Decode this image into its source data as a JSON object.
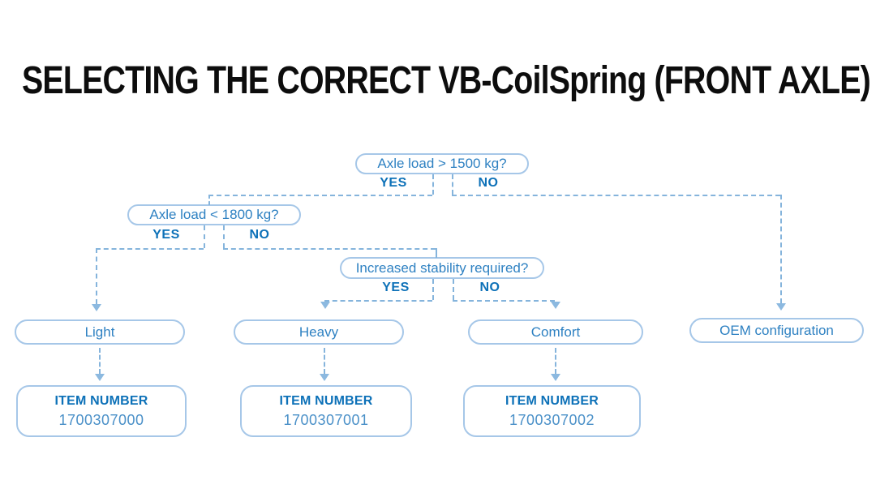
{
  "title": "SELECTING THE CORRECT VB-CoilSpring (FRONT AXLE)",
  "colors": {
    "title_text": "#0d0d0d",
    "label_dark_blue": "#0d71b8",
    "box_text_blue": "#2e81c2",
    "item_number_blue": "#4a90c8",
    "box_border_blue": "#a6c7e8",
    "connector_blue": "#85b4dc",
    "background": "#ffffff"
  },
  "flowchart": {
    "decisions": [
      {
        "question": "Axle load > 1500 kg?",
        "yes_label": "YES",
        "no_label": "NO"
      },
      {
        "question": "Axle load < 1800 kg?",
        "yes_label": "YES",
        "no_label": "NO"
      },
      {
        "question": "Increased stability required?",
        "yes_label": "YES",
        "no_label": "NO"
      }
    ],
    "outcomes": [
      {
        "label": "Light",
        "item_number_label": "ITEM NUMBER",
        "item_number": "1700307000"
      },
      {
        "label": "Heavy",
        "item_number_label": "ITEM NUMBER",
        "item_number": "1700307001"
      },
      {
        "label": "Comfort",
        "item_number_label": "ITEM NUMBER",
        "item_number": "1700307002"
      },
      {
        "label": "OEM configuration"
      }
    ]
  }
}
